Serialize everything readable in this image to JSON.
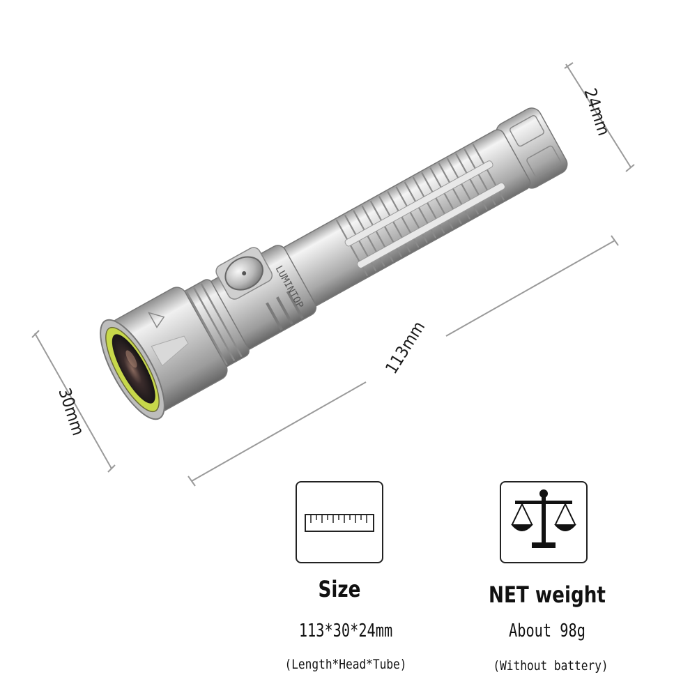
{
  "dimensions": {
    "tube_diameter": "24mm",
    "length": "113mm",
    "head_diameter": "30mm"
  },
  "product": {
    "brand_engraving": "LUMINTOP"
  },
  "specs": {
    "size": {
      "icon": "ruler-icon",
      "title": "Size",
      "value": "113*30*24mm",
      "note": "(Length*Head*Tube)"
    },
    "weight": {
      "icon": "balance-scale-icon",
      "title": "NET weight",
      "value": "About 98g",
      "note": "(Without battery)"
    }
  },
  "colors": {
    "metal": "#c9c9c9",
    "metal_dark": "#7d7d7d",
    "lens_ring": "#c7d84a",
    "dimension_line": "#9a9a9a",
    "text": "#111111"
  }
}
